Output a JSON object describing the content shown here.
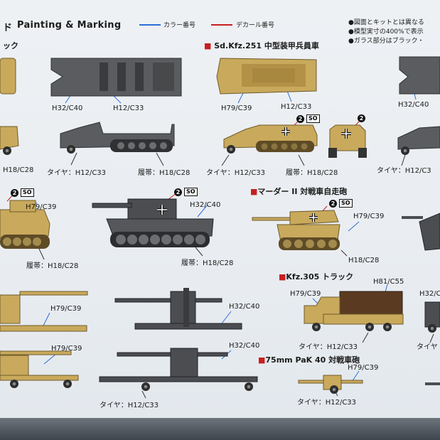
{
  "header": {
    "fragment": "ド",
    "title": "Painting & Marking",
    "legend_color": "カラー番号",
    "legend_decal": "デカール番号"
  },
  "notes": [
    "●図面とキットとは異なる",
    "●模型実寸の400%で表示",
    "●ガラス部分はブラック・"
  ],
  "sections": {
    "bullet": "■",
    "truck_fragment": "ック",
    "sdkfz251": "Sd.Kfz.251 中型装甲兵員車",
    "marder": "マーダー II 対戦車自走砲",
    "kfz305": "Kfz.305 トラック",
    "pak40": "75mm PaK 40 対戦車砲"
  },
  "callouts": [
    "H32/C40",
    "H12/C33",
    "H79/C39",
    "H12/C33",
    "H32/C40",
    "H18/C28",
    "タイヤ：H12/C33",
    "履帯：H18/C28",
    "タイヤ：H12/C33",
    "履帯：H18/C28",
    "タイヤ：H12/C3",
    "H79/C39",
    "H32/C40",
    "H79/C39",
    "履帯：H18/C28",
    "履帯：H18/C28",
    "H18/C28",
    "H81/C55",
    "H79/C39",
    "H32/C",
    "H79/C39",
    "H32/C40",
    "タイヤ：H12/C33",
    "タイヤ",
    "H79/C39",
    "H32/C40",
    "H79/C39",
    "タイヤ：H12/C33",
    "タイヤ：H12/C33"
  ],
  "badges": {
    "num": "2",
    "code": "SO"
  },
  "colors": {
    "color_number_line": "#2a6fd6",
    "decal_number_line": "#c81f1f",
    "tan_vehicle": "#c9a95b",
    "grey_vehicle": "#5a5c5f"
  }
}
